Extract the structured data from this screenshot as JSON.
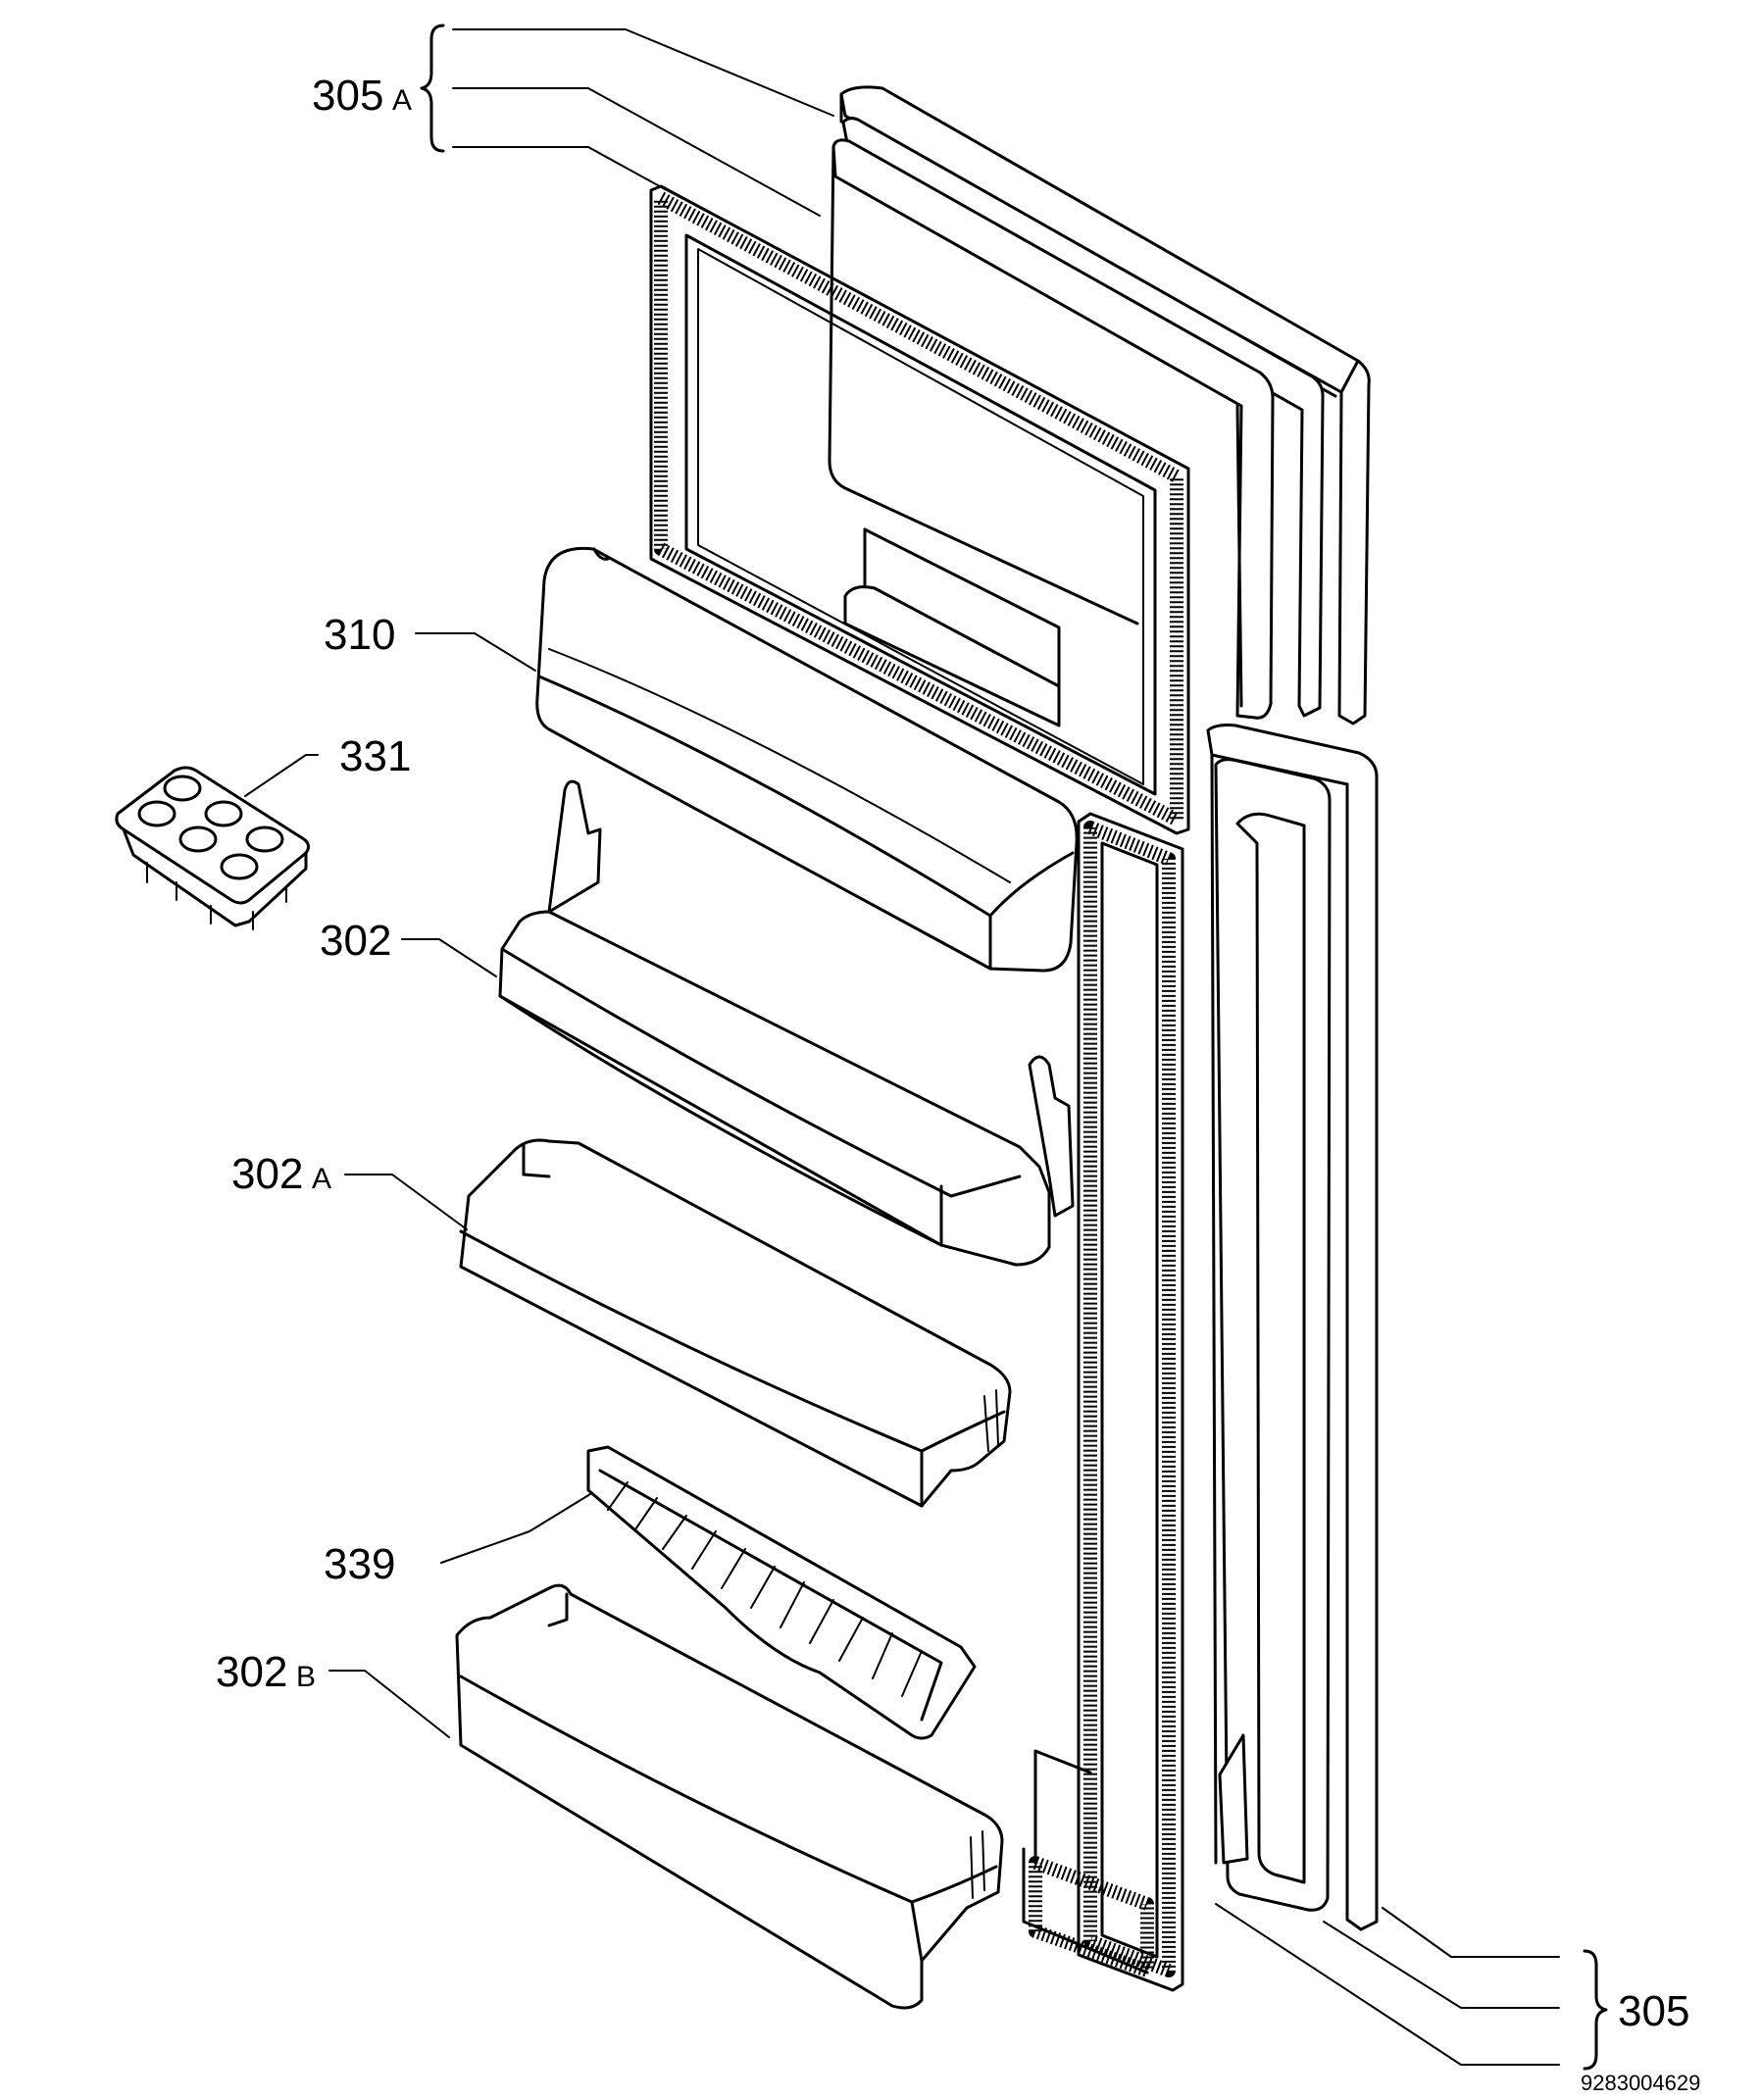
{
  "callouts": {
    "c305a_num": "305",
    "c305a_suffix": "A",
    "c310": "310",
    "c331": "331",
    "c302": "302",
    "c302a_num": "302",
    "c302a_suffix": "A",
    "c339": "339",
    "c302b_num": "302",
    "c302b_suffix": "B",
    "c305": "305"
  },
  "drawing_ref": "9283004629"
}
